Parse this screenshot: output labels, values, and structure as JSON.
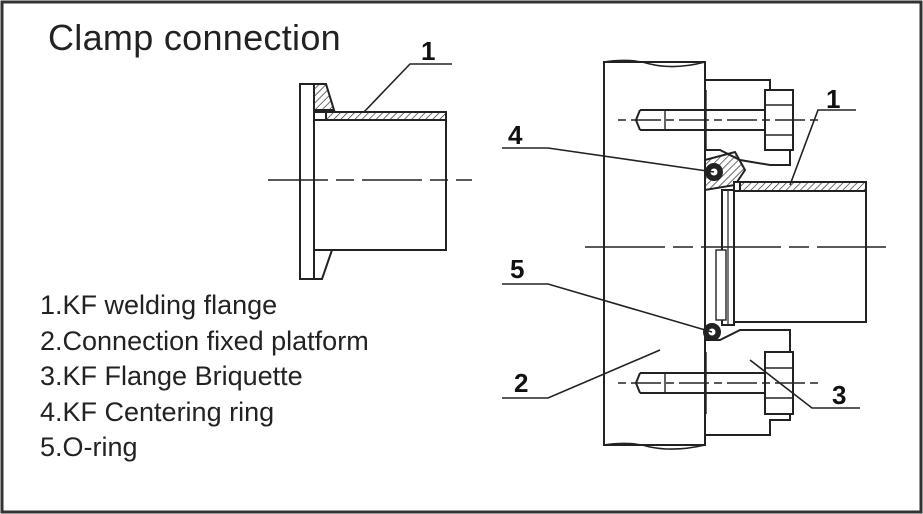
{
  "title": "Clamp connection",
  "legend": [
    "1.KF welding flange",
    "2.Connection fixed platform",
    "3.KF Flange Briquette",
    "4.KF Centering ring",
    "5.O-ring"
  ],
  "callouts": {
    "left_flange": "1",
    "right_flange": "1",
    "platform": "2",
    "briquette": "3",
    "centering_ring": "4",
    "o_ring": "5"
  },
  "colors": {
    "line": "#222222",
    "background": "#ffffff"
  }
}
